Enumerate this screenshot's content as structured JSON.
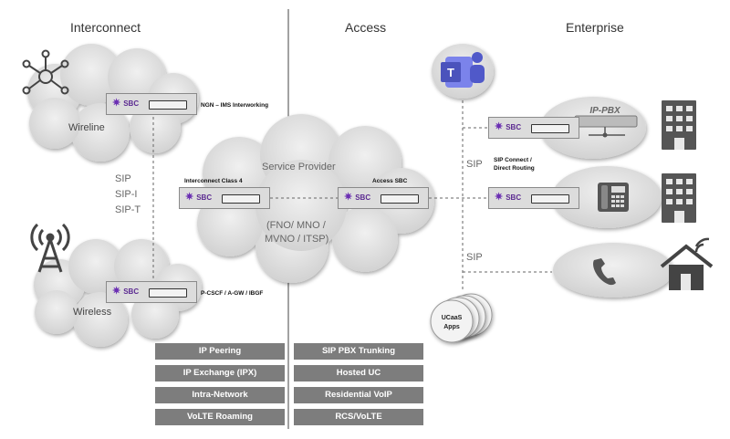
{
  "headers": {
    "interconnect": "Interconnect",
    "access": "Access",
    "enterprise": "Enterprise"
  },
  "clouds": {
    "wireline": "Wireline",
    "wireless": "Wireless",
    "service_provider": "Service Provider",
    "sp_line1": "(FNO/ MNO /",
    "sp_line2": "MVNO / ITSP)"
  },
  "sbc_label": "SBC",
  "sbc_captions": {
    "ngn": "NGN – IMS Interworking",
    "interconnect": "Interconnect Class 4",
    "access": "Access SBC",
    "pcscf": "P-CSCF / A-GW / IBGF",
    "sip_connect_1": "SIP Connect /",
    "sip_connect_2": "Direct Routing"
  },
  "protocols": {
    "sip": "SIP",
    "sip_i": "SIP-I",
    "sip_t": "SIP-T",
    "sip_ent": "SIP",
    "sip_home": "SIP"
  },
  "ippbx_label": "IP-PBX",
  "ucaas_line1": "UCaaS",
  "ucaas_line2": "Apps",
  "interconnect_services": [
    "IP Peering",
    "IP Exchange (IPX)",
    "Intra-Network",
    "VoLTE Roaming"
  ],
  "access_services": [
    "SIP PBX Trunking",
    "Hosted UC",
    "Residential VoIP",
    "RCS/VoLTE"
  ],
  "colors": {
    "pill": "#7d7d7d",
    "sbc_accent": "#5b2a91",
    "cloud": "#dedede",
    "teams": "#5059c9"
  }
}
